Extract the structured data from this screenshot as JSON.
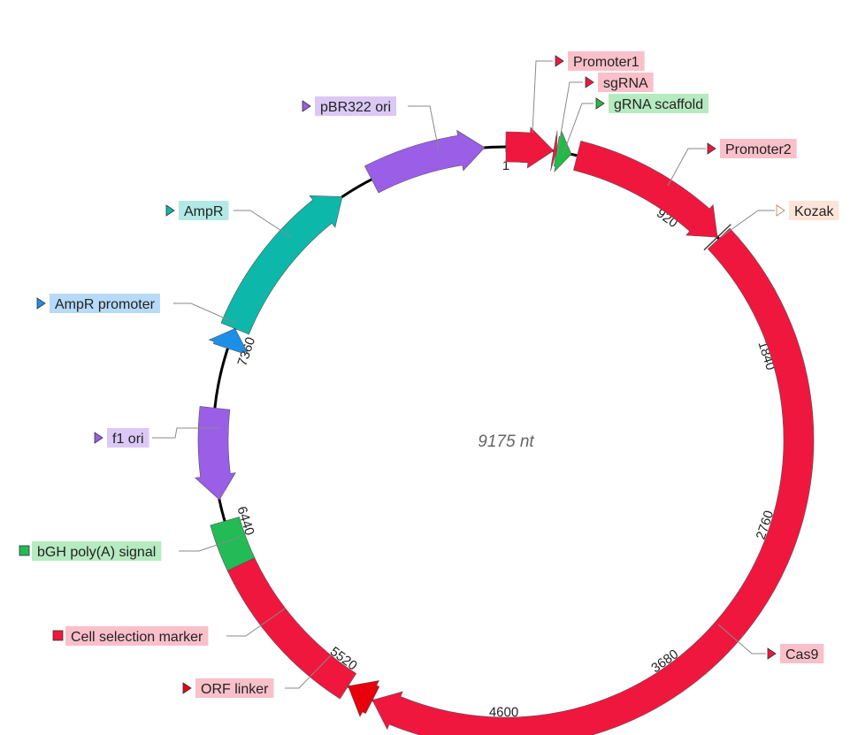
{
  "plasmid": {
    "length": 9175,
    "length_label": "9175 nt",
    "backbone_color": "#000000"
  },
  "ticks": [
    {
      "pos": 1,
      "label": "1",
      "color": "#e8233f"
    },
    {
      "pos": 920,
      "label": "920",
      "color": "#222222"
    },
    {
      "pos": 1840,
      "label": "1840",
      "color": "#222222"
    },
    {
      "pos": 2760,
      "label": "2760",
      "color": "#222222"
    },
    {
      "pos": 3680,
      "label": "3680",
      "color": "#222222"
    },
    {
      "pos": 4600,
      "label": "4600",
      "color": "#222222"
    },
    {
      "pos": 5520,
      "label": "5520",
      "color": "#222222"
    },
    {
      "pos": 6440,
      "label": "6440",
      "color": "#222222"
    },
    {
      "pos": 7360,
      "label": "7360",
      "color": "#222222"
    }
  ],
  "features": [
    {
      "id": "promoter1",
      "label": "Promoter1",
      "start": 1,
      "end": 240,
      "strand": 1,
      "shape": "arrow",
      "color": "#f0173f",
      "label_bg": "#f9c0c9",
      "icon": "triangle"
    },
    {
      "id": "sgrna",
      "label": "sgRNA",
      "start": 240,
      "end": 255,
      "strand": 1,
      "shape": "arrow",
      "color": "#f0173f",
      "label_bg": "#f9c0c9",
      "icon": "triangle"
    },
    {
      "id": "grna-scaffold",
      "label": "gRNA scaffold",
      "start": 255,
      "end": 330,
      "strand": 1,
      "shape": "arrow",
      "color": "#22bb44",
      "label_bg": "#b6eac0",
      "icon": "triangle"
    },
    {
      "id": "promoter2",
      "label": "Promoter2",
      "start": 360,
      "end": 1180,
      "strand": 1,
      "shape": "arrow",
      "color": "#f0173f",
      "label_bg": "#f9c0c9",
      "icon": "triangle"
    },
    {
      "id": "kozak",
      "label": "Kozak",
      "start": 1180,
      "end": 1190,
      "strand": 1,
      "shape": "tick",
      "color": "#f6bba0",
      "label_bg": "#fde4d8",
      "icon": "triangle-outline"
    },
    {
      "id": "cas9",
      "label": "Cas9",
      "start": 1190,
      "end": 5280,
      "strand": 1,
      "shape": "arrow",
      "color": "#f0173f",
      "label_bg": "#f9c0c9",
      "icon": "triangle"
    },
    {
      "id": "orf-linker",
      "label": "ORF linker",
      "start": 5280,
      "end": 5420,
      "strand": 1,
      "shape": "arrow",
      "color": "#e8000d",
      "label_bg": "#f9c0c9",
      "icon": "triangle"
    },
    {
      "id": "cell-selection-marker",
      "label": "Cell selection marker",
      "start": 5420,
      "end": 6240,
      "strand": 0,
      "shape": "box",
      "color": "#f0173f",
      "label_bg": "#f9c0c9",
      "icon": "square"
    },
    {
      "id": "bgh-polya",
      "label": "bGH poly(A) signal",
      "start": 6240,
      "end": 6470,
      "strand": 0,
      "shape": "box",
      "color": "#22bb55",
      "label_bg": "#b6eac0",
      "icon": "square"
    },
    {
      "id": "f1-ori",
      "label": "f1 ori",
      "start": 6580,
      "end": 7040,
      "strand": -1,
      "shape": "arrow",
      "color": "#9b5ee6",
      "label_bg": "#dcc8f5",
      "icon": "triangle"
    },
    {
      "id": "ampr-promoter",
      "label": "AmpR promoter",
      "start": 7345,
      "end": 7450,
      "strand": 1,
      "shape": "arrow",
      "color": "#1c8fe8",
      "label_bg": "#b6daf7",
      "icon": "triangle"
    },
    {
      "id": "ampr",
      "label": "AmpR",
      "start": 7450,
      "end": 8310,
      "strand": 1,
      "shape": "arrow",
      "color": "#0db8aa",
      "label_bg": "#b2e9e4",
      "icon": "triangle"
    },
    {
      "id": "pbr322-ori",
      "label": "pBR322 ori",
      "start": 8480,
      "end": 9070,
      "strand": 1,
      "shape": "arrow",
      "color": "#9b5ee6",
      "label_bg": "#dcc8f5",
      "icon": "triangle"
    }
  ]
}
